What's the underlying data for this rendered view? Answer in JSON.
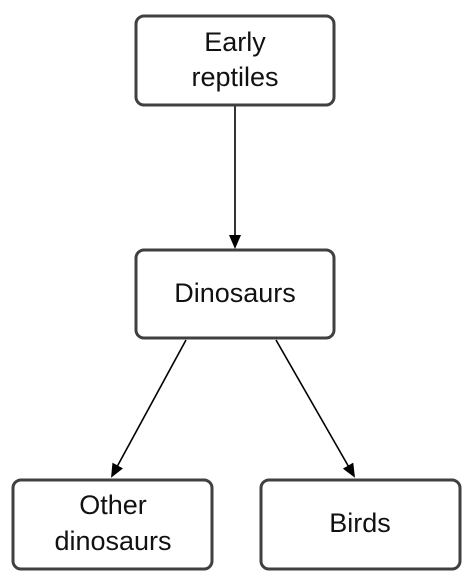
{
  "nodes": {
    "early_reptiles": {
      "lines": [
        "Early",
        "reptiles"
      ]
    },
    "dinosaurs": {
      "lines": [
        "Dinosaurs"
      ]
    },
    "other_dinosaurs": {
      "lines": [
        "Other",
        "dinosaurs"
      ]
    },
    "birds": {
      "lines": [
        "Birds"
      ]
    }
  },
  "edges": [
    {
      "from": "Early reptiles",
      "to": "Dinosaurs"
    },
    {
      "from": "Dinosaurs",
      "to": "Other dinosaurs"
    },
    {
      "from": "Dinosaurs",
      "to": "Birds"
    }
  ],
  "colors": {
    "border": "#404040",
    "text": "#111111",
    "arrow": "#000000",
    "background": "#ffffff"
  }
}
